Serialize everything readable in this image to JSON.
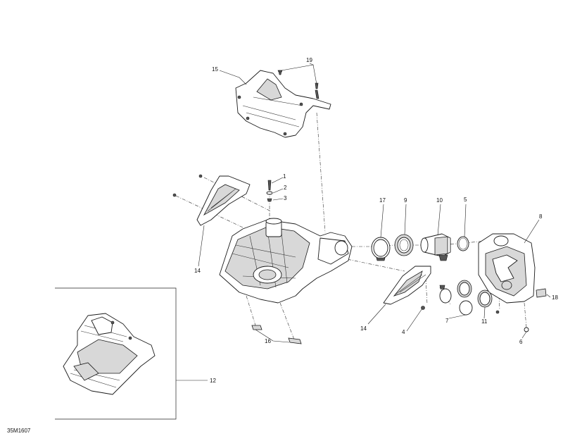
{
  "diagram": {
    "callouts": {
      "c1": "1",
      "c2": "2",
      "c3": "3",
      "c4": "4",
      "c5": "5",
      "c6": "6",
      "c7": "7",
      "c8": "8",
      "c9": "9",
      "c10": "10",
      "c11": "11",
      "c12": "12",
      "c14a": "14",
      "c14b": "14",
      "c15": "15",
      "c16": "16",
      "c17": "17",
      "c18": "18",
      "c19": "19"
    },
    "drawing_code": "35M1607"
  }
}
